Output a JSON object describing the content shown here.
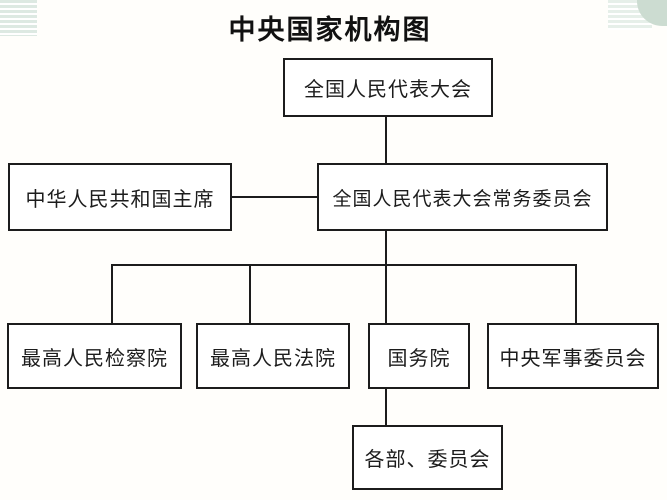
{
  "title": "中央国家机构图",
  "diagram": {
    "type": "org-chart",
    "nodes": [
      {
        "id": "npc",
        "label": "全国人民代表大会",
        "level": 1
      },
      {
        "id": "president",
        "label": "中华人民共和国主席",
        "level": 2
      },
      {
        "id": "npcsc",
        "label": "全国人民代表大会常务委员会",
        "level": 2
      },
      {
        "id": "procuratorate",
        "label": "最高人民检察院",
        "level": 3
      },
      {
        "id": "court",
        "label": "最高人民法院",
        "level": 3
      },
      {
        "id": "state-council",
        "label": "国务院",
        "level": 3
      },
      {
        "id": "cmc",
        "label": "中央军事委员会",
        "level": 3
      },
      {
        "id": "ministries",
        "label": "各部、委员会",
        "level": 4
      }
    ],
    "edges": [
      {
        "from": "npc",
        "to": "npcsc"
      },
      {
        "from": "npcsc",
        "to": "president"
      },
      {
        "from": "npcsc",
        "to": "procuratorate"
      },
      {
        "from": "npcsc",
        "to": "court"
      },
      {
        "from": "npcsc",
        "to": "state-council"
      },
      {
        "from": "npcsc",
        "to": "cmc"
      },
      {
        "from": "state-council",
        "to": "ministries"
      }
    ]
  },
  "colors": {
    "line": "#1c1c1c",
    "box_border": "#1c1c1c",
    "box_background": "#ffffff",
    "text": "#1c1c1c",
    "background": "#fffefb",
    "decor_stripe_green": "#dbe8e1",
    "decor_corner_green": "#ccdcd1"
  }
}
